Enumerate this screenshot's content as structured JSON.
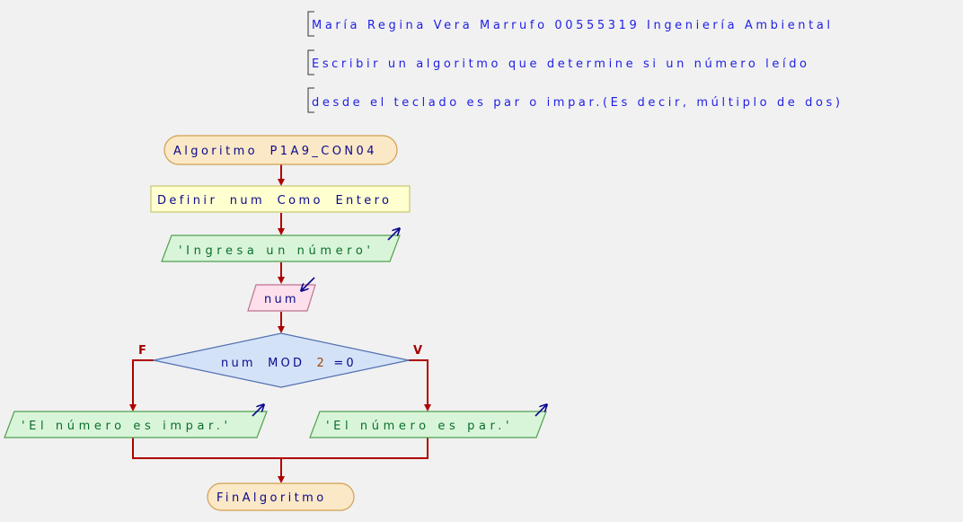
{
  "comments": [
    "María Regina Vera Marrufo 00555319 Ingeniería Ambiental",
    "Escribir un algoritmo que determine si un número leído",
    "desde el teclado es par o impar.(Es decir, múltiplo de dos)"
  ],
  "flow": {
    "start": {
      "keyword": "Algoritmo",
      "name": "P1A9_CON04"
    },
    "define": {
      "kw1": "Definir",
      "var": "num",
      "kw2": "Como",
      "type": "Entero"
    },
    "output_prompt": "'Ingresa un número'",
    "input_var": "num",
    "condition": {
      "var": "num",
      "op": "MOD",
      "num": "2",
      "cmp": "=0"
    },
    "false_label": "F",
    "true_label": "V",
    "output_false": "'El número es impar.'",
    "output_true": "'El número es par.'",
    "end": "FinAlgoritmo"
  },
  "colors": {
    "edge": "#b00000",
    "terminal_fill": "#fbe8c6",
    "terminal_stroke": "#d0a050",
    "define_fill": "#ffffd0",
    "define_stroke": "#c8c870",
    "output_fill": "#d9f5d9",
    "output_stroke": "#50a050",
    "input_fill": "#fde0ec",
    "input_stroke": "#c07090",
    "decision_fill": "#d4e2f8",
    "decision_stroke": "#5070b0",
    "comment_text": "#1e1ee6"
  },
  "icons": [
    "output-arrow-icon",
    "input-arrow-icon"
  ]
}
